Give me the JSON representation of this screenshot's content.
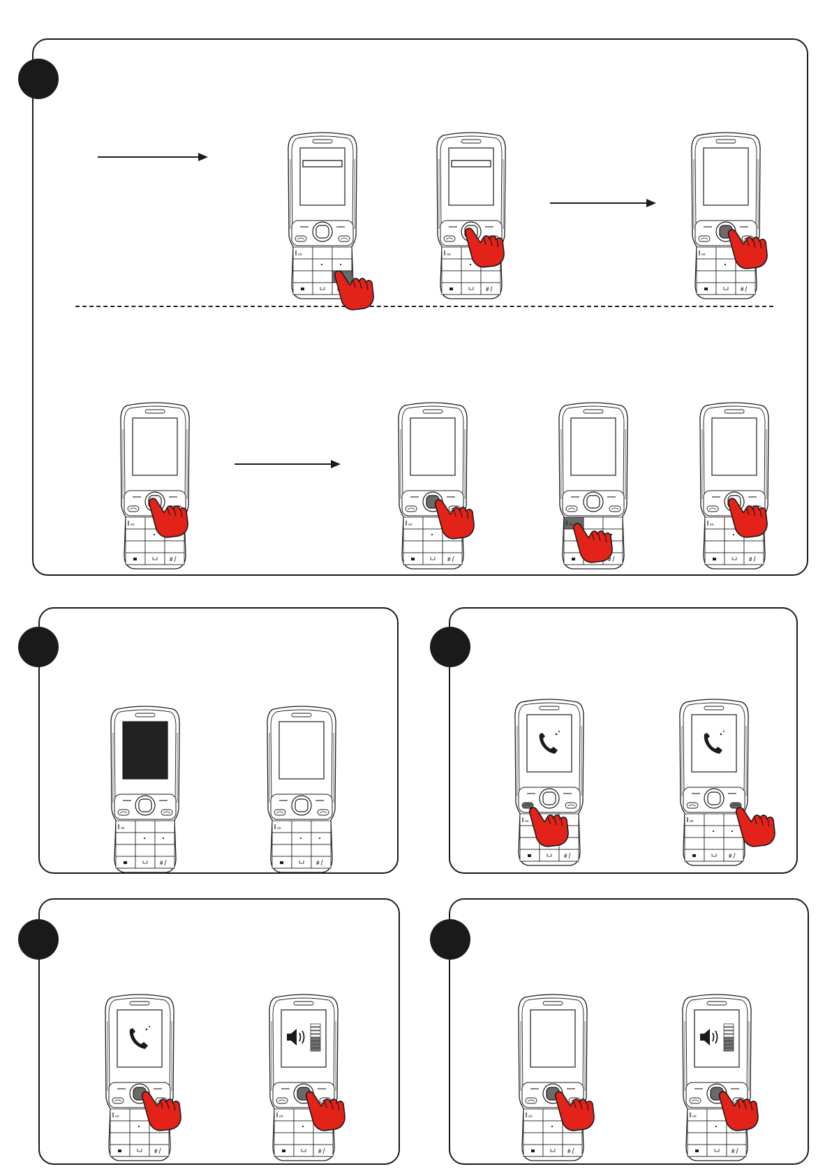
{
  "colors": {
    "outline": "#1a1a1a",
    "finger_fill": "#e32219",
    "highlight_key": "#6a6a6a",
    "screen_dark": "#222222"
  },
  "icons": {
    "pointing_hand": "pointing-hand-icon",
    "call": "phone-call-icon",
    "volume": "speaker-volume-icon",
    "arrow": "right-arrow-icon"
  },
  "panels": [
    {
      "id": "panel-1",
      "step_marker": ""
    },
    {
      "id": "panel-2",
      "step_marker": ""
    },
    {
      "id": "panel-3",
      "step_marker": ""
    },
    {
      "id": "panel-4",
      "step_marker": ""
    },
    {
      "id": "panel-5",
      "step_marker": ""
    }
  ],
  "phones": [
    {
      "screen": "entry",
      "press": "key-hash"
    },
    {
      "screen": "entry",
      "press": "nav-left"
    },
    {
      "screen": "blank",
      "press": "ok"
    },
    {
      "screen": "blank",
      "press": "nav-left"
    },
    {
      "screen": "blank",
      "press": "ok"
    },
    {
      "screen": "blank",
      "press": "key-1"
    },
    {
      "screen": "blank",
      "press": "nav-left"
    },
    {
      "screen": "dark",
      "press": "none"
    },
    {
      "screen": "blank",
      "press": "none"
    },
    {
      "screen": "call",
      "press": "call-key"
    },
    {
      "screen": "call",
      "press": "end-key"
    },
    {
      "screen": "call",
      "press": "ok"
    },
    {
      "screen": "volume",
      "press": "ok"
    },
    {
      "screen": "blank",
      "press": "ok"
    },
    {
      "screen": "volume",
      "press": "ok"
    }
  ]
}
